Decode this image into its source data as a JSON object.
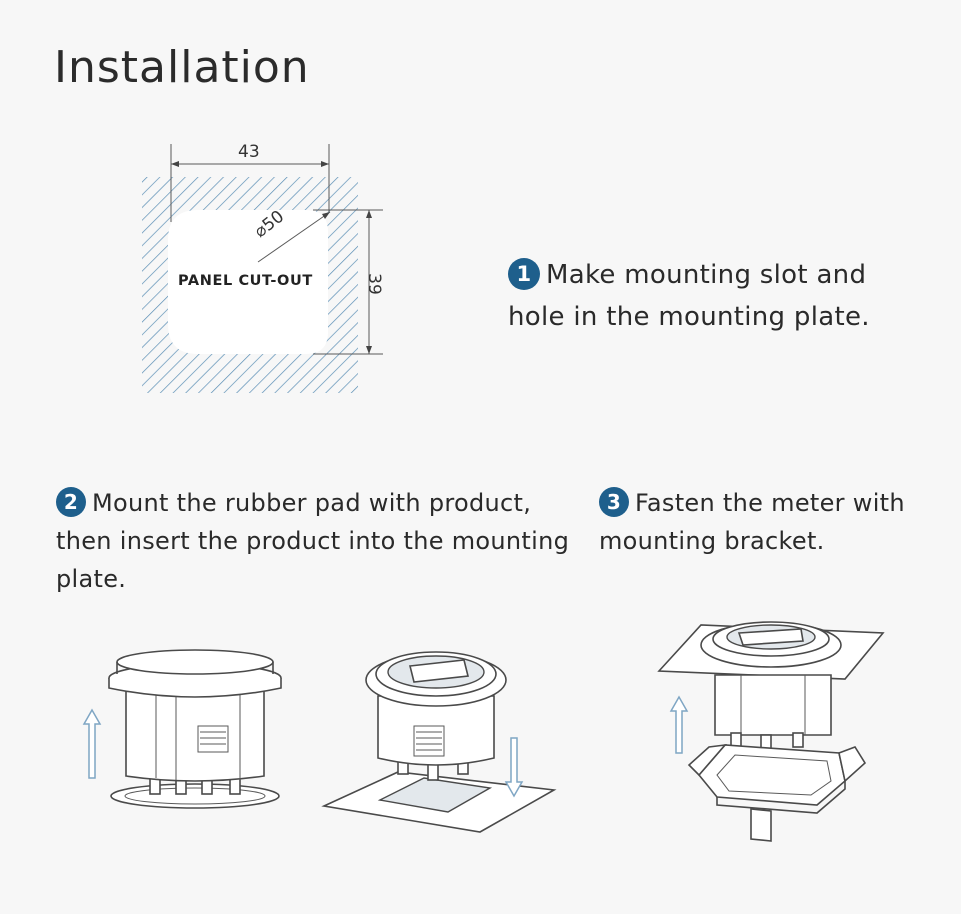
{
  "page": {
    "title": "Installation"
  },
  "cutout": {
    "width": "43",
    "height": "39",
    "diameter": "⌀50",
    "label": "PANEL CUT-OUT"
  },
  "steps": [
    {
      "number": "1",
      "text": "Make mounting slot and hole in the mounting plate."
    },
    {
      "number": "2",
      "text": "Mount the rubber pad with product, then insert the product into the mounting plate."
    },
    {
      "number": "3",
      "text": "Fasten the meter with mounting bracket."
    }
  ],
  "colors": {
    "badge": "#1e5f8c",
    "hatch": "#5b8fb5",
    "arrow": "#7fa6c4",
    "background": "#f7f7f7"
  }
}
